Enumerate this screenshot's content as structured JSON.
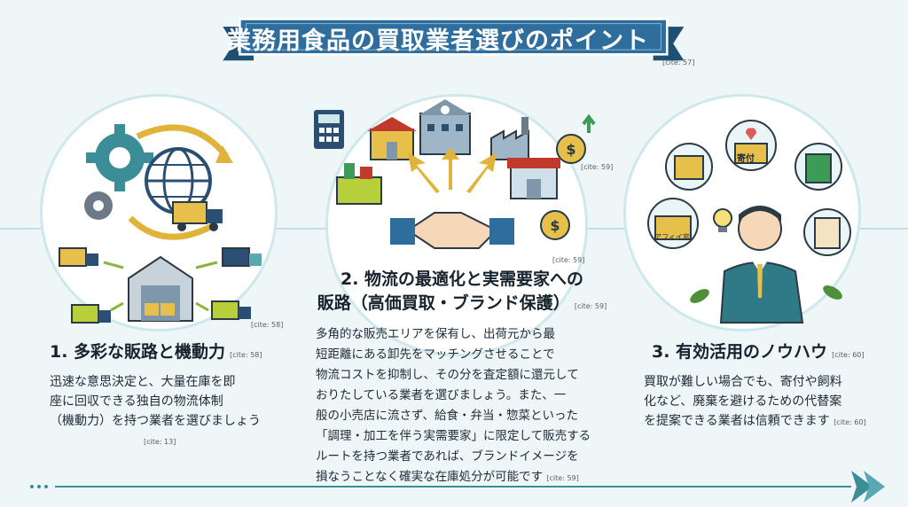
{
  "title": "業務用食品の買取業者選びのポイント",
  "title_cite": "[cite: 57]",
  "sections": [
    {
      "heading": "1. 多彩な販路と機動力",
      "heading_cite": "[cite: 58]",
      "image_cite": "[cite: 58]",
      "body": [
        "迅速な意思決定と、大量在庫を即",
        "座に回収できる独自の物流体制",
        "（機動力）を持つ業者を選びましょう"
      ],
      "body_cite": "[cite: 13]"
    },
    {
      "heading": [
        "2. 物流の最適化と実需要家への",
        "販路（高価買取・ブランド保護）"
      ],
      "heading_cite": "[cite: 59]",
      "image_cites": [
        "[cite: 59]",
        "[cite: 59]"
      ],
      "body": [
        "多角的な販売エリアを保有し、出荷元から最",
        "短距離にある卸先をマッチングさせることで",
        "物流コストを抑制し、その分を査定額に還元して",
        "おりたしている業者を選びましょう。また、一",
        "般の小売店に流さず、給食・弁当・惣菜といった",
        "「調理・加工を伴う実需要家」に限定して販売する",
        "ルートを持つ業者であれば、ブランドイメージを",
        "損なうことなく確実な在庫処分が可能です"
      ],
      "body_cite": "[cite: 59]"
    },
    {
      "heading": "3. 有効活用のノウハウ",
      "heading_cite": "[cite: 60]",
      "body": [
        "買取が難しい場合でも、寄付や飼料",
        "化など、廃棄を避けるための代替案",
        "を提案できる業者は信頼できます"
      ],
      "body_cite": "[cite: 60]",
      "box_labels": {
        "donation": "寄付",
        "affiliate": "アフィイ窓"
      }
    }
  ],
  "colors": {
    "banner": "#2f6e9c",
    "banner_dark": "#1f4f72",
    "accent_green": "#b6cf3a",
    "teal": "#3b8e97",
    "navy": "#2b4f73"
  }
}
